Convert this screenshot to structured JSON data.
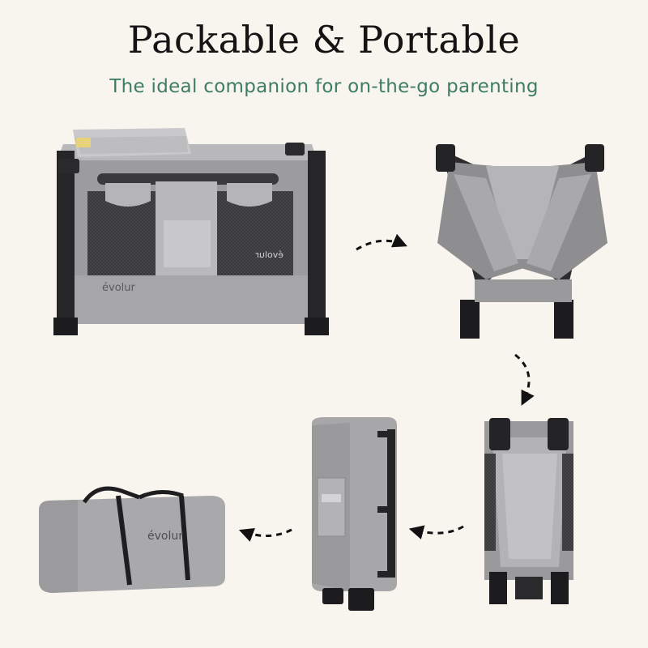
{
  "header": {
    "title": "Packable & Portable",
    "subtitle": "The ideal companion for on-the-go parenting"
  },
  "brand": {
    "logo_text": "évolur",
    "logo_text_mirrored": "évolur"
  },
  "colors": {
    "background": "#f8f4ee",
    "title": "#141414",
    "subtitle": "#3e7d64",
    "fabric": "#a9a9ab",
    "frame": "#2a2a2a"
  },
  "steps": [
    {
      "name": "unfolded-playard"
    },
    {
      "name": "half-folded-playard"
    },
    {
      "name": "fully-folded-playard"
    },
    {
      "name": "playard-in-bag-upright"
    },
    {
      "name": "travel-bag"
    }
  ]
}
